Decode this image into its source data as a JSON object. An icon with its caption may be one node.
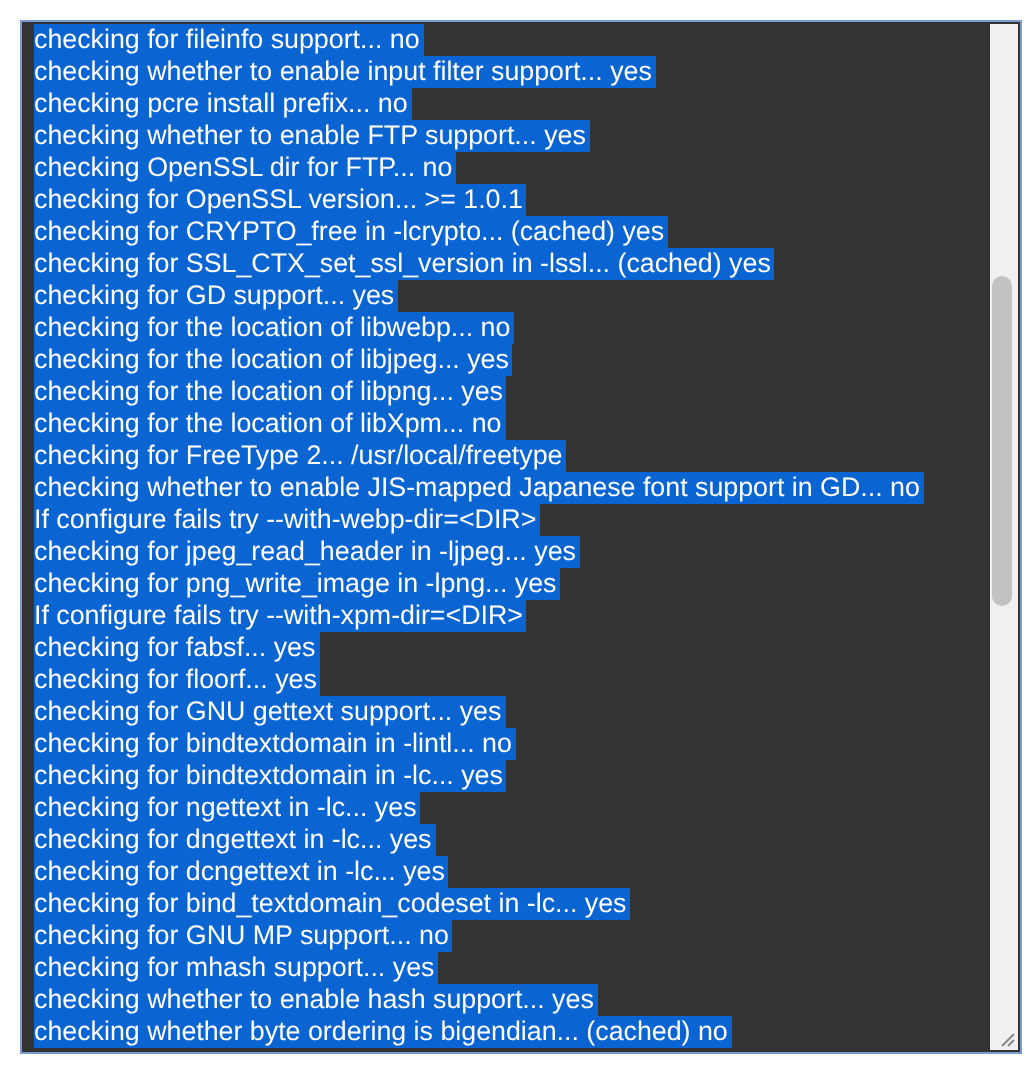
{
  "diagram": {
    "labels": [
      "checking for fileinfo support... no",
      "checking whether to enable input filter support... yes",
      "checking pcre install prefix... no",
      "checking whether to enable FTP support... yes",
      "checking OpenSSL dir for FTP... no",
      "checking for OpenSSL version... >= 1.0.1",
      "checking for CRYPTO_free in -lcrypto... (cached) yes",
      "checking for SSL_CTX_set_ssl_version in -lssl... (cached) yes",
      "checking for GD support... yes",
      "checking for the location of libwebp... no",
      "checking for the location of libjpeg... yes",
      "checking for the location of libpng... yes",
      "checking for the location of libXpm... no",
      "checking for FreeType 2... /usr/local/freetype",
      "checking whether to enable JIS-mapped Japanese font support in GD... no",
      "If configure fails try --with-webp-dir=<DIR>",
      "checking for jpeg_read_header in -ljpeg... yes",
      "checking for png_write_image in -lpng... yes",
      "If configure fails try --with-xpm-dir=<DIR>",
      "checking for fabsf... yes",
      "checking for floorf... yes",
      "checking for GNU gettext support... yes",
      "checking for bindtextdomain in -lintl... no",
      "checking for bindtextdomain in -lc... yes",
      "checking for ngettext in -lc... yes",
      "checking for dngettext in -lc... yes",
      "checking for dcngettext in -lc... yes",
      "checking for bind_textdomain_codeset in -lc... yes",
      "checking for GNU MP support... no",
      "checking for mhash support... yes",
      "checking whether to enable hash support... yes",
      "checking whether byte ordering is bigendian... (cached) no"
    ]
  }
}
